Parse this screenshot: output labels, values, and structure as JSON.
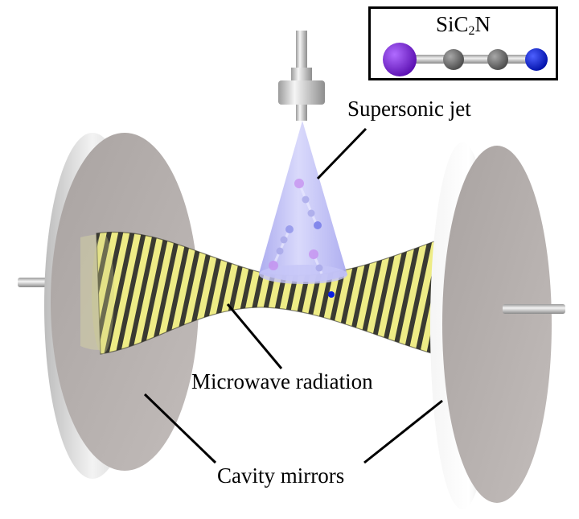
{
  "labels": {
    "supersonic_jet": "Supersonic jet",
    "microwave_radiation": "Microwave radiation",
    "cavity_mirrors": "Cavity mirrors"
  },
  "inset": {
    "formula_prefix": "SiC",
    "formula_subscript": "2",
    "formula_suffix": "N",
    "atoms": [
      {
        "element": "Si",
        "color": "#7a1fd6"
      },
      {
        "element": "C",
        "color": "#6e6e6e"
      },
      {
        "element": "C",
        "color": "#6e6e6e"
      },
      {
        "element": "N",
        "color": "#0a1ee0"
      }
    ]
  },
  "colors": {
    "mirror_face": "#b5aeab",
    "mirror_rim": "#e4e4e4",
    "beam_yellow": "#f2f08a",
    "beam_dark": "#3c3c32",
    "jet_cone": "#b9b9f5",
    "nozzle": "#cfcfcf"
  }
}
